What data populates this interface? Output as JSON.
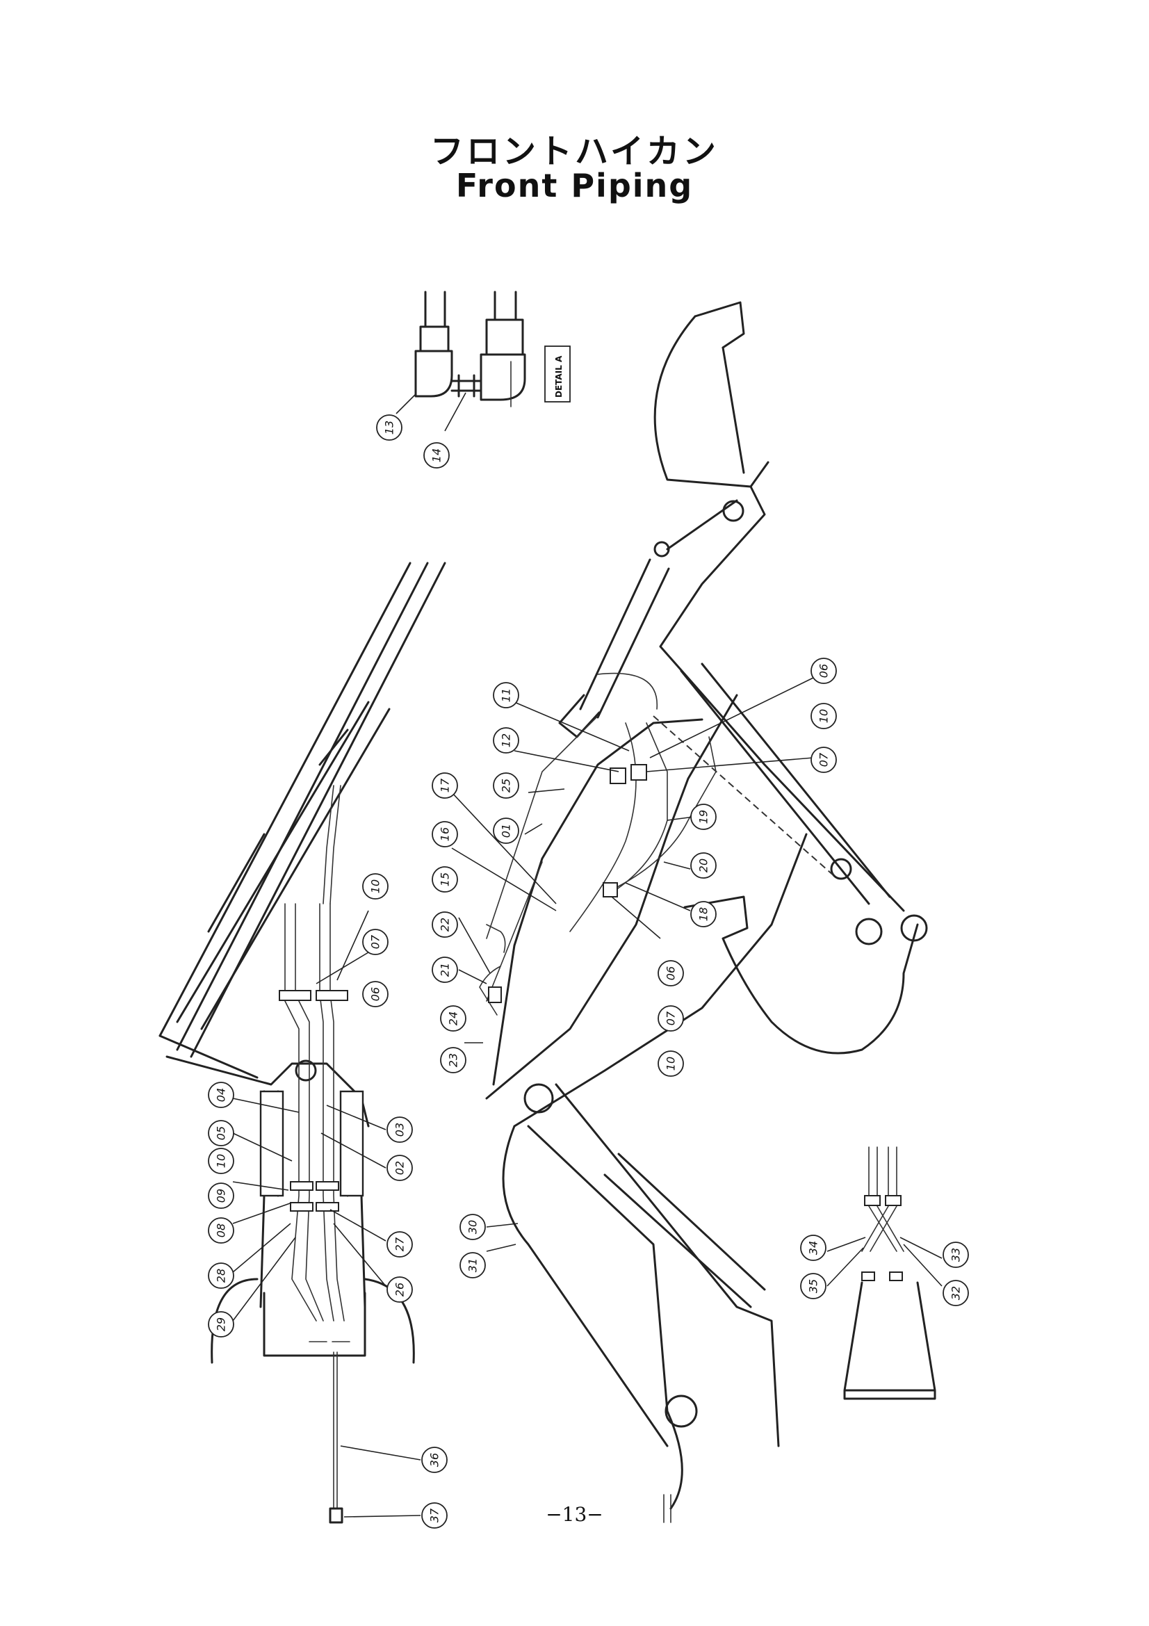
{
  "title_jp": "フロントハイカン",
  "title_en": "Front Piping",
  "page_number": "−13−",
  "detail_label": "DETAIL A",
  "callouts": [
    "01",
    "02",
    "03",
    "04",
    "05",
    "06",
    "07",
    "08",
    "09",
    "10",
    "11",
    "12",
    "13",
    "14",
    "15",
    "16",
    "17",
    "18",
    "19",
    "20",
    "21",
    "22",
    "23",
    "24",
    "25",
    "26",
    "27",
    "28",
    "29",
    "30",
    "31",
    "32",
    "33",
    "34",
    "35",
    "36",
    "37"
  ],
  "colors": {
    "ink": "#222222",
    "paper": "#ffffff"
  }
}
